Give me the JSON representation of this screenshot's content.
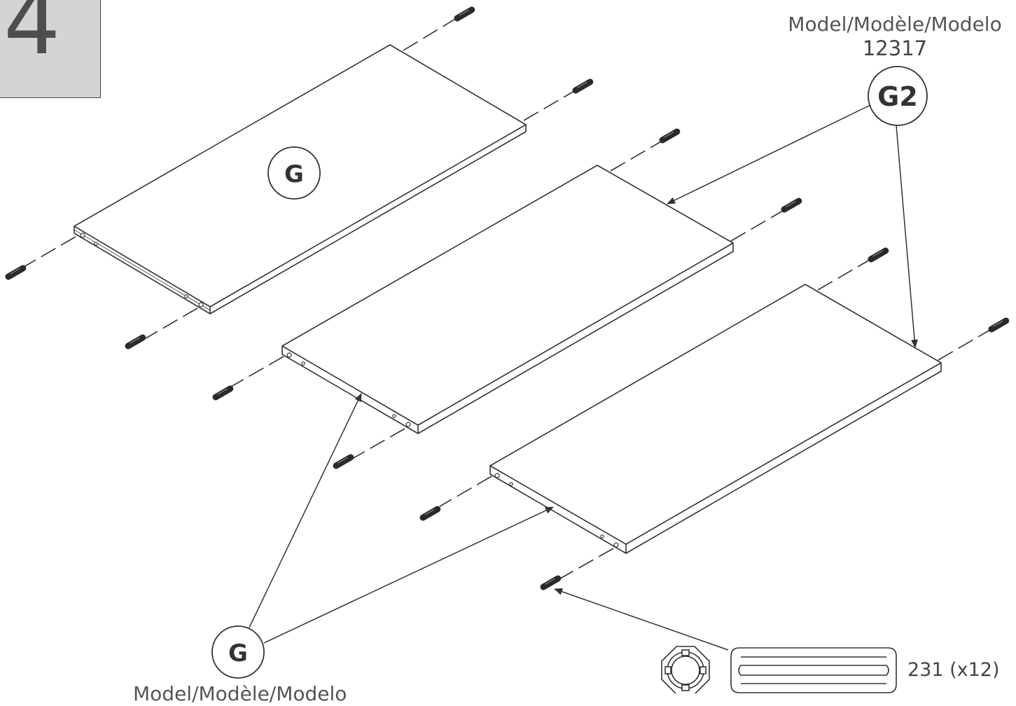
{
  "step": {
    "number": "4"
  },
  "model_top": {
    "label": "Model/Modèle/Modelo",
    "number": "12317"
  },
  "model_bottom": {
    "label": "Model/Modèle/Modelo"
  },
  "callouts": {
    "top_right": "G2",
    "top_panel": "G",
    "bottom_left": "G"
  },
  "hardware": {
    "part": "231",
    "quantity": "(x12)",
    "label": "231 (x12)"
  }
}
